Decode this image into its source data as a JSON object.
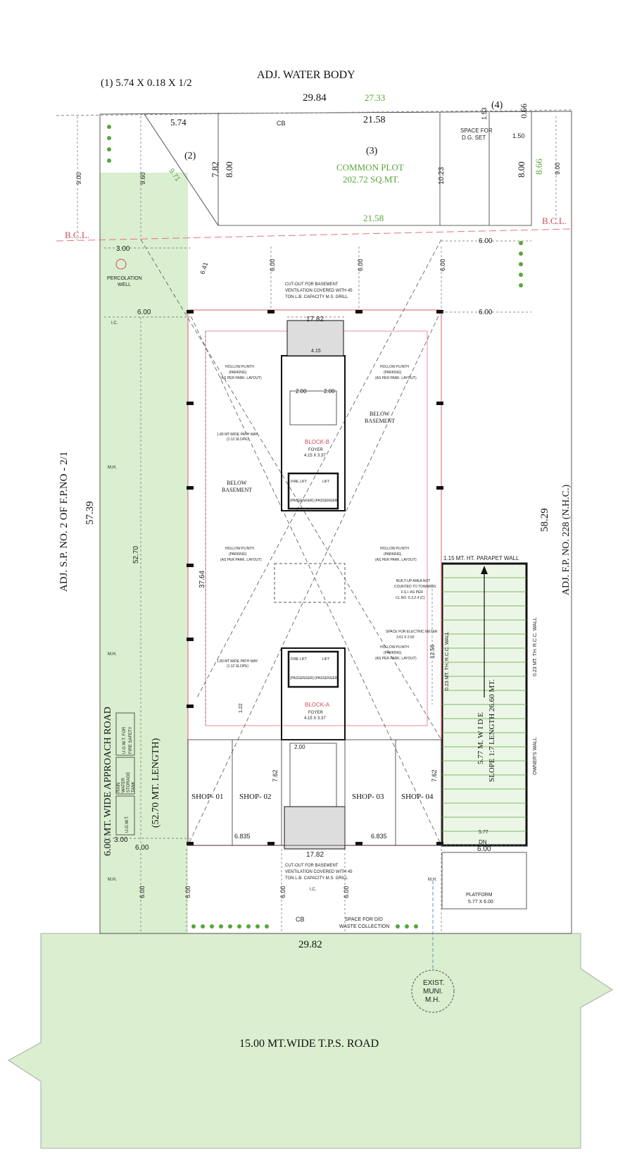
{
  "labels": {
    "water_body": "ADJ. WATER BODY",
    "plot1": "(1) 5.74 X 0.18 X 1/2",
    "plot2": "(2)",
    "plot3": "(3)",
    "plot4": "(4)",
    "common_plot": "COMMON PLOT",
    "common_area": "202.72 SQ.MT.",
    "dg_set_1": "SPACE FOR",
    "dg_set_2": "D.G. SET",
    "bcl_left": "B.C.L.",
    "bcl_right": "B.C.L.",
    "perc_well_1": "PERCOLATION",
    "perc_well_2": "WELL",
    "cutout_1": "CUT-OUT FOR BASEMENT",
    "cutout_2": "VENTILATION COVERED WITH 45",
    "cutout_3": "TON L.B. CAPACITY M.S. GRILL",
    "cb": "CB",
    "block_b": "BLOCK-B",
    "block_a": "BLOCK-A",
    "foyer": "FOYER",
    "foyer_dim": "4.15 X 3.37",
    "below_basement_1": "BELOW",
    "below_basement_2": "BASEMENT",
    "hollow_1": "HOLLOW PLINTH",
    "hollow_2": "(PARKING)",
    "hollow_3": "(AS PER PARK. LAYOUT)",
    "path_way_1": "1.80 MT.WIDE PATH WAY",
    "path_way_2": "(1:12 SLOPE)",
    "fire_lift": "FIRE LIFT",
    "lift": "LIFT",
    "passenger": "(PASSENGER)",
    "built_up_1": "BUILT-UP AREA NOT",
    "built_up_2": "COUNTED TO TOWARDS",
    "built_up_3": "F.S.I. AS PER",
    "built_up_4": "CL.NO. 6.3.2.4 (C)",
    "electric_1": "SPACE FOR ELECTRIC METER",
    "electric_2": "3.61 X 2.50",
    "parapet": "1.15 MT. HT. PARAPET WALL",
    "ramp_1": "5.77 M. W I D E",
    "ramp_2": "SLOPE 1:7 LENGTH 26.60 MT.",
    "rcc_wall": "0.23 MT. TH. R.C.C. WALL",
    "owner_wall": "OWNER'S WALL",
    "dn": "DN",
    "shop1": "SHOP- 01",
    "shop2": "SHOP- 02",
    "shop3": "SHOP- 03",
    "shop4": "SHOP- 04",
    "ugwt_fire_1": "U.G.W.T. FOR",
    "ugwt_fire_2": "FIRE SAFETY",
    "rain_1": "RAIN",
    "rain_2": "WATER",
    "rain_3": "STORAGE",
    "rain_4": "TANK",
    "ugwt": "U.G.W.T.",
    "platform_1": "PLATFORM",
    "platform_2": "5.77 X 6.00",
    "waste_1": "SPACE FOR D/D",
    "waste_2": "WASTE COLLECTION",
    "muni_1": "EXIST.",
    "muni_2": "MUNI.",
    "muni_3": "M.H.",
    "left_adj": "ADJ. S.P. NO. 2 OF F.P.NO - 2/1",
    "left_road": "6.00 MT. WIDE APPROACH ROAD",
    "left_road_len": "(52.70 MT. LENGTH)",
    "right_adj": "ADJ. F.P. NO. 228 (N.H.C.)",
    "tps_road": "15.00 MT.WIDE T.P.S. ROAD",
    "ic": "I.C.",
    "mh": "M.H."
  },
  "dims": {
    "top_total": "29.84",
    "top_green": "27.33",
    "d574": "5.74",
    "d2158a": "21.58",
    "d2158b": "21.58",
    "d153": "1.53",
    "d066": "0.66",
    "d150": "1.50",
    "d900a": "9.00",
    "d960": "9.60",
    "d971": "9.71",
    "d782": "7.82",
    "d800a": "8.00",
    "d1023": "10.23",
    "d800b": "8.00",
    "d866": "8.66",
    "d900b": "9.00",
    "d300a": "3.00",
    "d600a": "6.00",
    "d600b": "6.00",
    "d641": "6.41",
    "d600c": "6.00",
    "d600d": "6.00",
    "d600e": "6.00",
    "d600f": "6.00",
    "d1782a": "17.82",
    "d1782b": "17.82",
    "d415": "4.15",
    "d200a": "2.00",
    "d200b": "2.00",
    "d200c": "2.00",
    "d5739": "57.39",
    "d5270": "52.70",
    "d3764": "37.64",
    "d5829": "58.29",
    "d1256": "12.56",
    "d762a": "7.62",
    "d762b": "7.62",
    "d6835a": "6.835",
    "d6835b": "6.835",
    "d300b": "3.00",
    "d600g": "6.00",
    "d600h": "6.00",
    "d600i": "6.00",
    "d600j": "6.00",
    "d600k": "6.00",
    "d600l": "6.00",
    "d577": "5.77",
    "d122": "1.22",
    "d2982": "29.82"
  },
  "colors": {
    "green_fill": "#d9efcf",
    "green_text": "#5aa53a",
    "red_line": "#e2747f",
    "ramp_hatch": "#5aa53a"
  }
}
